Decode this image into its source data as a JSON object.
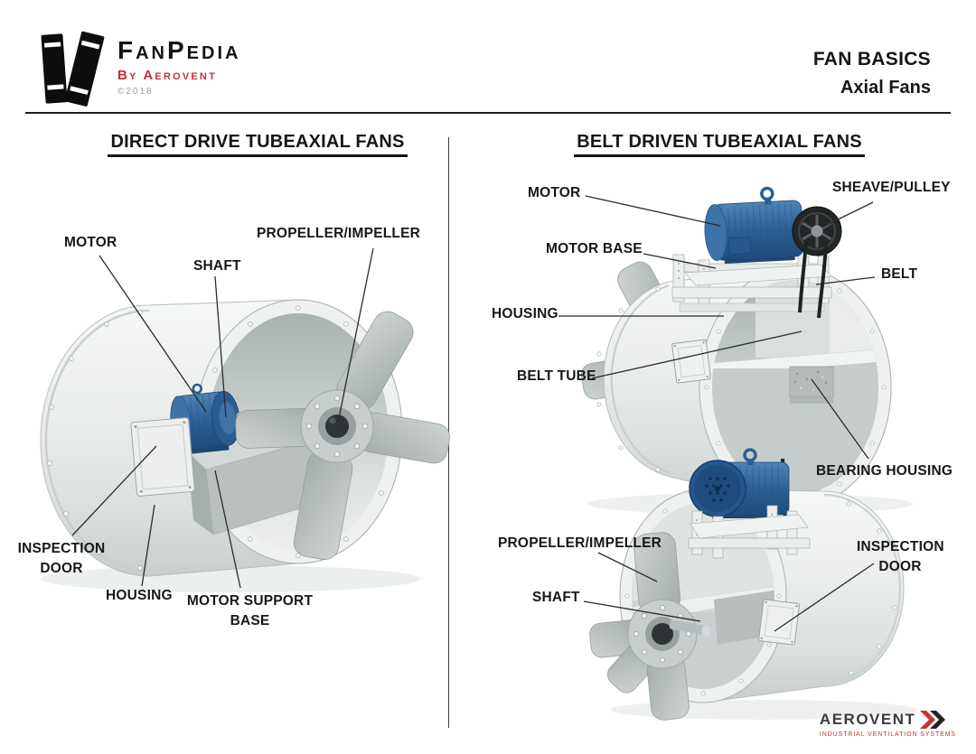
{
  "header": {
    "logo": {
      "icon": "books-icon",
      "part1": "Fan",
      "part2": "Pedia",
      "byline": "By Aerovent",
      "copyright": "©2018"
    },
    "title_line1": "FAN BASICS",
    "title_line2": "Axial Fans"
  },
  "left_section": {
    "heading": "DIRECT DRIVE TUBEAXIAL FANS",
    "labels": {
      "motor": "MOTOR",
      "shaft": "SHAFT",
      "propeller": "PROPELLER/IMPELLER",
      "inspection_door_1": "INSPECTION",
      "inspection_door_2": "DOOR",
      "housing": "HOUSING",
      "motor_support_base_1": "MOTOR SUPPORT",
      "motor_support_base_2": "BASE"
    }
  },
  "right_section": {
    "heading": "BELT DRIVEN TUBEAXIAL FANS",
    "labels": {
      "motor": "MOTOR",
      "sheave_pulley": "SHEAVE/PULLEY",
      "motor_base": "MOTOR BASE",
      "belt": "BELT",
      "housing": "HOUSING",
      "belt_tube": "BELT TUBE",
      "bearing_housing": "BEARING HOUSING",
      "propeller": "PROPELLER/IMPELLER",
      "shaft": "SHAFT",
      "inspection_door_1": "INSPECTION",
      "inspection_door_2": "DOOR"
    }
  },
  "footer": {
    "brand": "AEROVENT",
    "tagline": "INDUSTRIAL VENTILATION SYSTEMS",
    "chevron_icon": "double-chevron-icon"
  },
  "colors": {
    "accent_red": "#c53236",
    "motor_blue": "#2d6094",
    "motor_blue_dark": "#1d466e",
    "housing_light": "#edf0ef",
    "housing_shade": "#ccd3d2",
    "blade_gray": "#aab2b1",
    "pulley_black": "#202324",
    "leader_line": "#2b2b2b",
    "text": "#161616"
  }
}
